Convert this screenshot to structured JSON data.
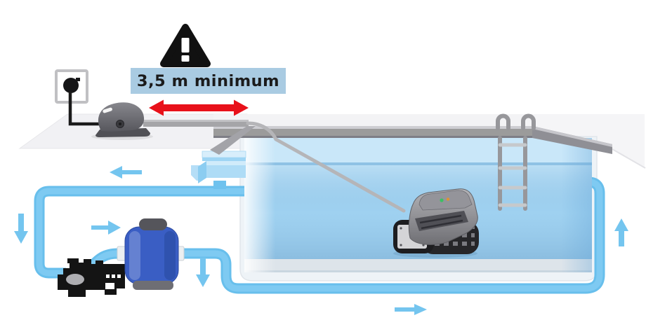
{
  "diagram": {
    "warning_label": "3,5 m minimum",
    "colors": {
      "label_bg": "#a9cbe2",
      "label_text": "#1b1b1b",
      "arrow_red": "#e8111a",
      "pipe_blue": "#68bfec",
      "pipe_blue_light": "#7ecaf2",
      "flow_arrow_blue": "#74c5ef",
      "water_blue": "#9fd1f0",
      "filter_blue": "#3a5ec4",
      "equipment_black": "#141414",
      "coping_gray": "#9b9b9b"
    },
    "elements": {
      "warning_icon": "warning-triangle",
      "power_outlet": "wall-power-outlet",
      "control_box": "power-supply-control-box",
      "floating_cable": "floating-cable",
      "robot": "pool-cleaner-robot",
      "pump": "filtration-pump",
      "filter": "filter-tank",
      "skimmer": "skimmer",
      "ladder": "pool-ladder",
      "flow_arrow_directions": [
        "left",
        "down",
        "right",
        "down",
        "right",
        "up"
      ]
    }
  }
}
